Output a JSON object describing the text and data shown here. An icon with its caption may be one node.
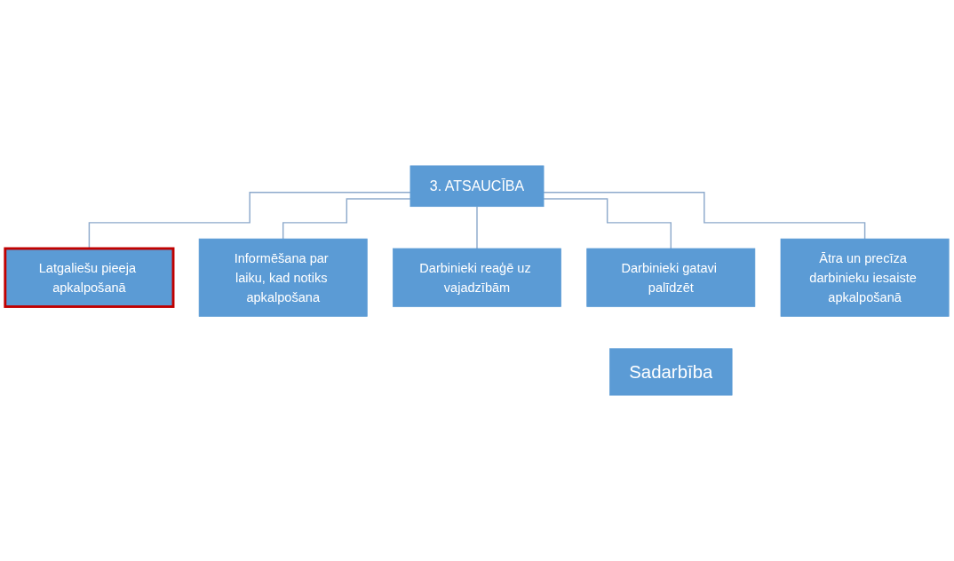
{
  "diagram": {
    "nodes": [
      {
        "text": [
          "3. ATSAUCĪBA"
        ]
      },
      {
        "text": [
          "Latgaliešu pieeja apkalpošanā"
        ]
      },
      {
        "text": [
          "Informēšana par laiku, kad notiks apkalpošana"
        ]
      },
      {
        "text": [
          "Darbinieki reaģē uz vajadzībām"
        ]
      },
      {
        "text": [
          "Darbinieki gatavi palīdzēt"
        ]
      },
      {
        "text": [
          "Ātra un precīza darbinieku iesaiste apkalpošanā"
        ]
      },
      {
        "text": [
          "Sadarbība"
        ]
      }
    ],
    "edges": [
      {
        "from": 0,
        "to": 1,
        "arrow": "none"
      },
      {
        "from": 0,
        "to": 2,
        "arrow": "none"
      },
      {
        "from": 0,
        "to": 3,
        "arrow": "none"
      },
      {
        "from": 0,
        "to": 4,
        "arrow": "none"
      },
      {
        "from": 0,
        "to": 5,
        "arrow": "none"
      }
    ]
  }
}
